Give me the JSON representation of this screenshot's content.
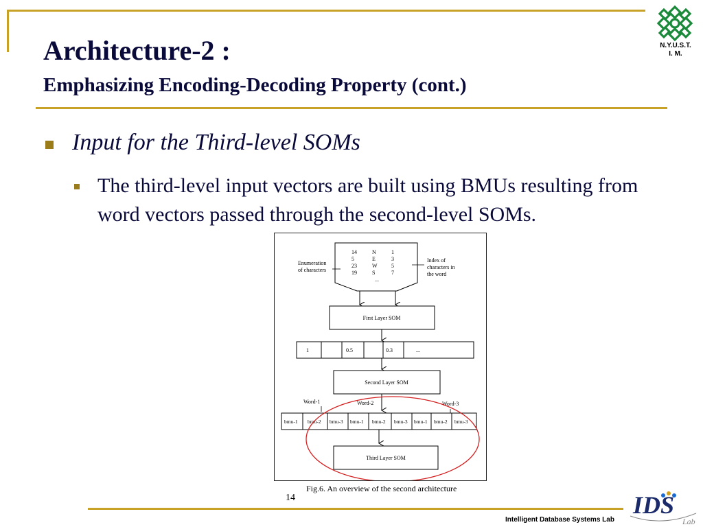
{
  "slide": {
    "title": "Architecture-2 :",
    "subtitle": "Emphasizing Encoding-Decoding Property (cont.)",
    "logo_text_1": "N.Y.U.S.T.",
    "logo_text_2": "I. M.",
    "bullet_level1": "Input for the Third-level SOMs",
    "bullet_level2": "The third-level input vectors are built using BMUs resulting from word vectors passed through the second-level SOMs.",
    "page_number": "14",
    "footer_lab": "Intelligent Database Systems Lab",
    "ids_logo_text": "IDS",
    "ids_logo_lab": "Lab"
  },
  "figure": {
    "caption": "Fig.6.  An overview of the second architecture",
    "enum_label_1": "Enumeration",
    "enum_label_2": "of characters",
    "index_label_1": "Index of",
    "index_label_2": "characters in",
    "index_label_3": "the word",
    "table_rows": [
      [
        "14",
        "N",
        "1"
      ],
      [
        "5",
        "E",
        "3"
      ],
      [
        "23",
        "W",
        "5"
      ],
      [
        "19",
        "S",
        "7"
      ]
    ],
    "table_ellipsis": "...",
    "first_layer": "First Layer SOM",
    "vector_cells": [
      "1",
      "",
      "0.5",
      "",
      "0.3",
      "..."
    ],
    "second_layer": "Second Layer SOM",
    "word_labels": [
      "Word-1",
      "Word-2",
      "Word-3"
    ],
    "bmu_cells": [
      "bmu-1",
      "bmu-2",
      "bmu-3",
      "bmu-1",
      "bmu-2",
      "bmu-3",
      "bmu-1",
      "bmu-2",
      "bmu-3"
    ],
    "third_layer": "Third Layer SOM"
  },
  "colors": {
    "accent_gold": "#c8a227",
    "title_navy": "#0a0a3a",
    "highlight_red": "#d42020"
  }
}
